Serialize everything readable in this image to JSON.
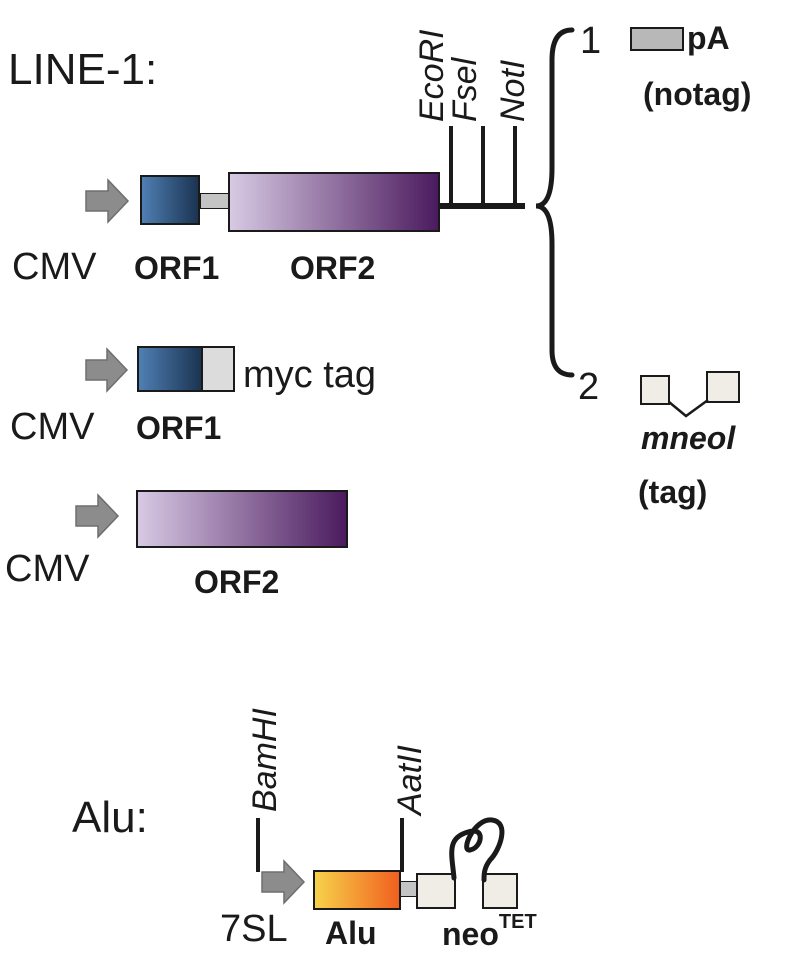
{
  "line1": {
    "title": "LINE-1:",
    "construct_full": {
      "promoter": "CMV",
      "orf1": "ORF1",
      "orf2": "ORF2"
    },
    "sites": [
      "EcoRI",
      "Fsel",
      "NotI"
    ],
    "option1": {
      "number": "1",
      "label": "pA",
      "sub": "(notag)"
    },
    "option2": {
      "number": "2",
      "label": "mneol",
      "sub": "(tag)"
    },
    "construct_orf1": {
      "promoter": "CMV",
      "orf1": "ORF1",
      "tag": "myc tag"
    },
    "construct_orf2": {
      "promoter": "CMV",
      "orf2": "ORF2"
    }
  },
  "alu": {
    "title": "Alu:",
    "sites": [
      "BamHI",
      "AatII"
    ],
    "promoter": "7SL",
    "element": "Alu",
    "reporter": "neo",
    "reporter_sup": "TET"
  },
  "colors": {
    "arrow": "#8c8c8c",
    "orf1_light": "#4f7fb3",
    "orf1_dark": "#1b3452",
    "orf2_light": "#d7c9e3",
    "orf2_dark": "#4b1b5e",
    "alu_light": "#f7d24a",
    "alu_dark": "#f0601f",
    "neutral_box": "#efede6",
    "tag_box": "#dcdcdc",
    "pa_box": "#b8b8b8"
  }
}
